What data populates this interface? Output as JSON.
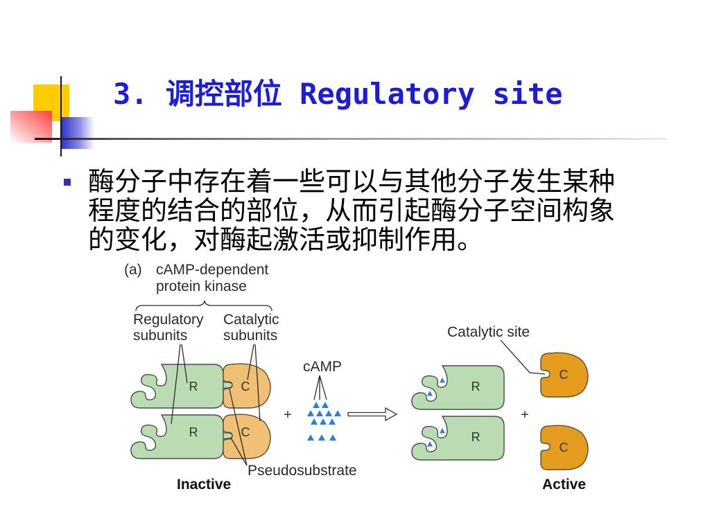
{
  "slide": {
    "title": "3. 调控部位 Regulatory site",
    "bullets": [
      {
        "lines": [
          "酶分子中存在着一些可以与其他分子发生某种",
          "程度的结合的部位，从而引起酶分子空间构象",
          "的变化，对酶起激活或抑制作用。"
        ]
      }
    ]
  },
  "figure": {
    "panel_label": "(a)",
    "complex_name": [
      "cAMP-dependent",
      "protein kinase"
    ],
    "regulatory_subunits_label": [
      "Regulatory",
      "subunits"
    ],
    "catalytic_subunits_label": [
      "Catalytic",
      "subunits"
    ],
    "camp_label": "cAMP",
    "catalytic_site_label": "Catalytic site",
    "pseudosubstrate_label": "Pseudosubstrate",
    "operators": [
      "+",
      "+"
    ],
    "inactive": {
      "label": "Inactive",
      "complex": [
        {
          "regulatory": "R",
          "catalytic": "C"
        },
        {
          "regulatory": "R",
          "catalytic": "C"
        }
      ]
    },
    "active": {
      "label": "Active",
      "regulatory": [
        "R",
        "R"
      ],
      "catalytic": [
        "C",
        "C"
      ]
    }
  },
  "colors": {
    "title": "#1c1cd9",
    "bullet": "#3030b0",
    "regulatory_fill": "#b9dcb2",
    "catalytic_inactive_fill": "#f5c57c",
    "catalytic_active_fill": "#e9a01e",
    "camp": "#2f80d2",
    "deco_yellow": "#ffcc00",
    "deco_red": "#ff4040",
    "deco_blue": "#3333cc"
  }
}
